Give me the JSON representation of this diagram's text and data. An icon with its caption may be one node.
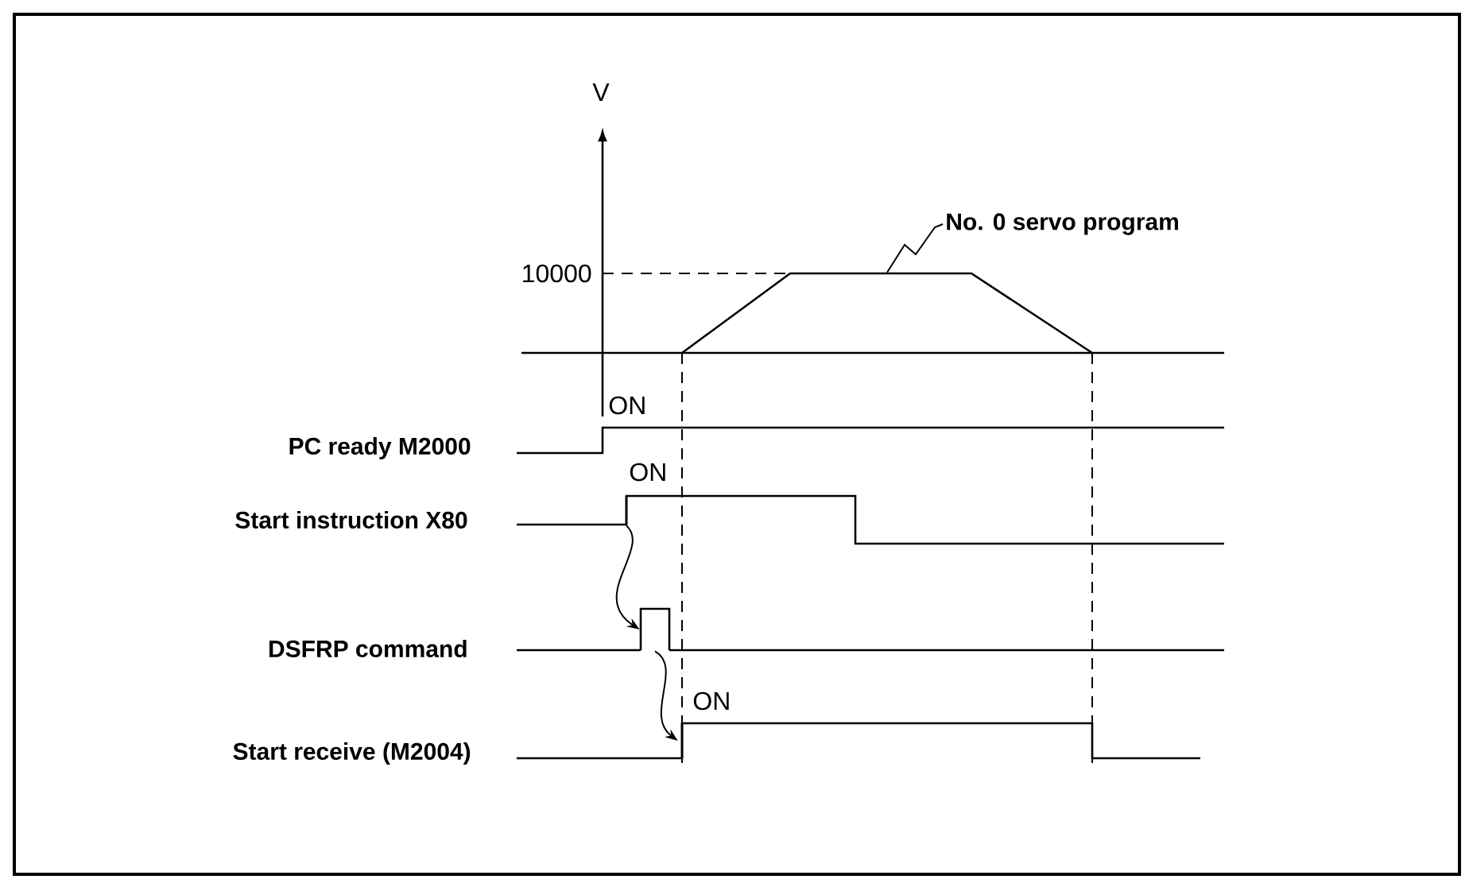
{
  "diagram": {
    "nodes": [
      {
        "text": [
          "No. 0 servo program"
        ]
      },
      {
        "text": [],
        "shape": "trapezoid"
      },
      {
        "text": [
          "PC ready M2000"
        ]
      },
      {
        "text": [
          "Start instruction X80"
        ]
      },
      {
        "text": [
          "DSFRP command"
        ]
      },
      {
        "text": [
          "Start receive (M2004)"
        ]
      },
      {
        "text": [],
        "shape": "step"
      },
      {
        "text": [],
        "shape": "pulse"
      },
      {
        "text": [],
        "shape": "step"
      }
    ],
    "edges": [
      {
        "from": 0,
        "to": 1,
        "arrow": "none"
      },
      {
        "from": 6,
        "to": 7,
        "arrow": "to"
      },
      {
        "from": 7,
        "to": 8,
        "arrow": "to"
      }
    ],
    "labels": [
      "V",
      "10000",
      "ON",
      "ON",
      "ON"
    ]
  }
}
